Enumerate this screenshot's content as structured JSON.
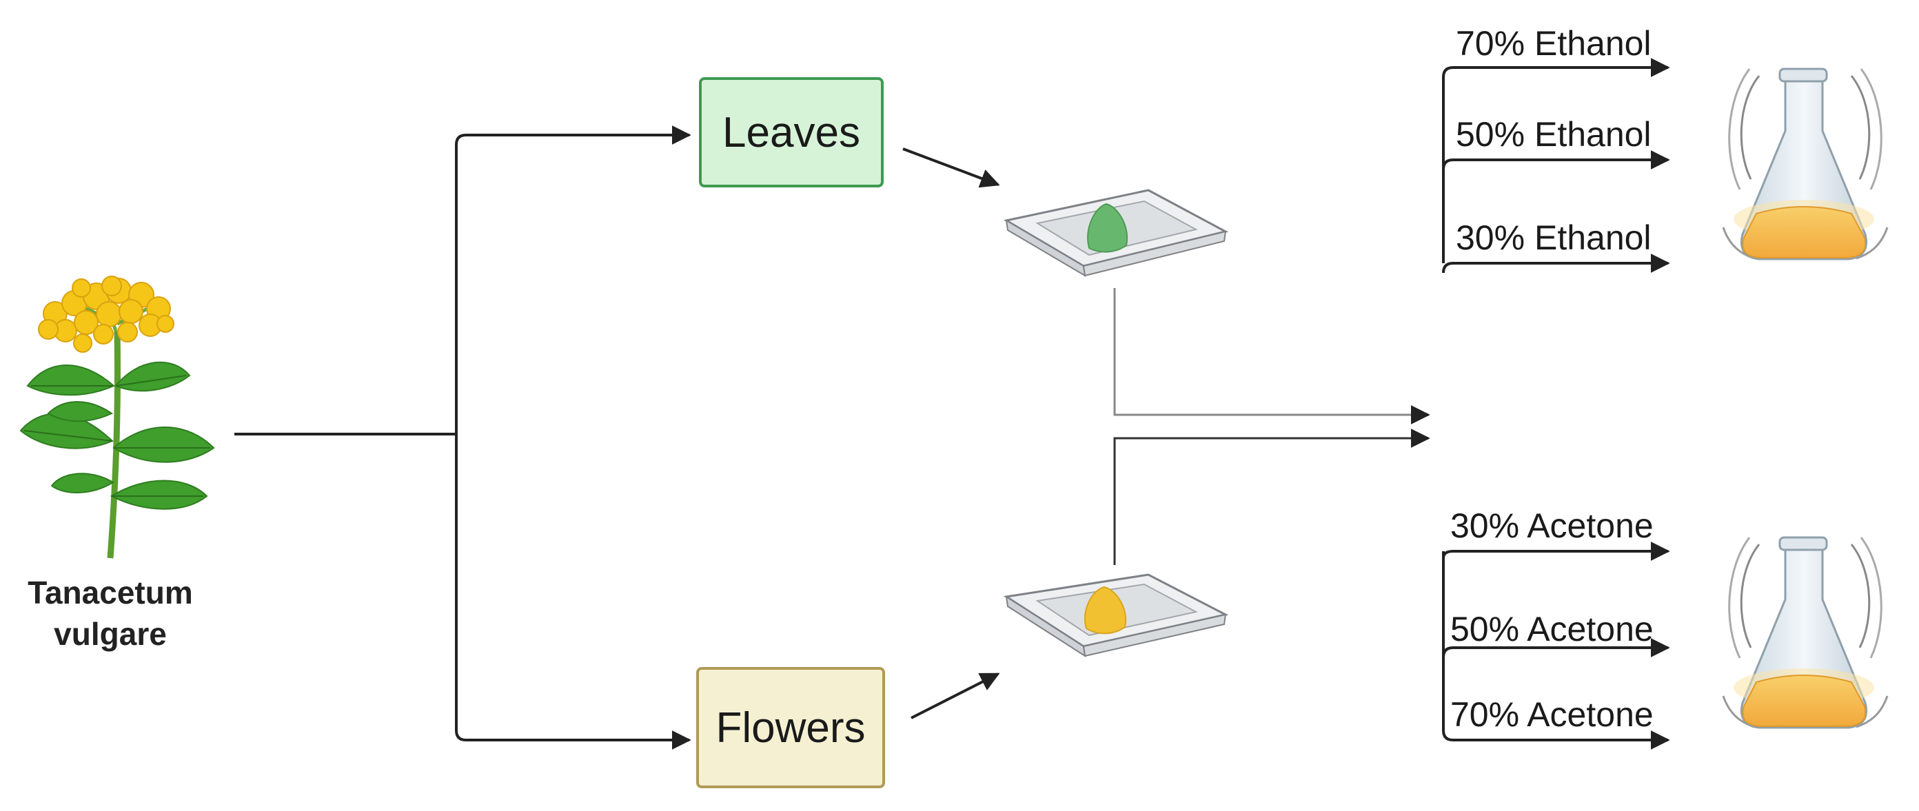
{
  "plant": {
    "name_line1": "Tanacetum",
    "name_line2": "vulgare",
    "icon": "tansy-plant-icon"
  },
  "parts": {
    "leaves_label": "Leaves",
    "flowers_label": "Flowers"
  },
  "dishes": {
    "leaves_dish_icon": "weighing-dish-green-powder-icon",
    "flowers_dish_icon": "weighing-dish-yellow-powder-icon"
  },
  "solvents": {
    "ethanol": [
      "70% Ethanol",
      "50% Ethanol",
      "30% Ethanol"
    ],
    "acetone": [
      "30% Acetone",
      "50% Acetone",
      "70% Acetone"
    ]
  },
  "flasks": {
    "top_icon": "shaking-flask-icon",
    "bottom_icon": "shaking-flask-icon"
  },
  "colors": {
    "leaves_fill": "#d6f3d8",
    "leaves_border": "#3e9a52",
    "flowers_fill": "#f5f0d2",
    "flowers_border": "#b09a55",
    "extract": "#f5b942",
    "line": "#222222"
  }
}
